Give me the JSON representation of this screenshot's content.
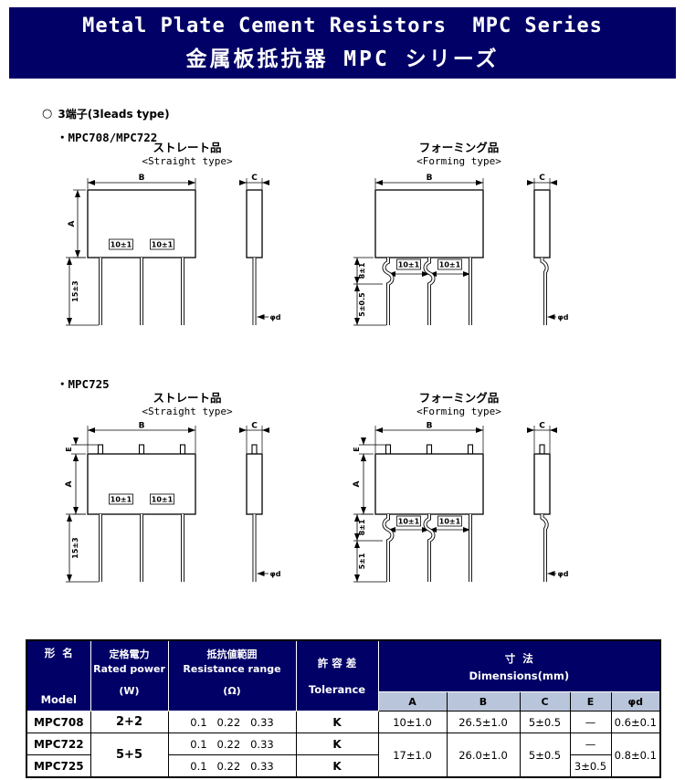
{
  "colors": {
    "banner_bg": "#000066",
    "banner_fg": "#ffffff",
    "table_header_bg": "#000066",
    "table_subheader_bg": "#b9c5da"
  },
  "banner": {
    "title_en": "Metal Plate Cement Resistors  MPC Series",
    "title_jp": "金属板抵抗器 MPC シリーズ"
  },
  "section": {
    "bullet": "○",
    "label": "3端子(3leads type)",
    "group1_label": "・MPC708/MPC722",
    "group2_label": "・MPC725"
  },
  "drawing_titles": {
    "straight_jp": "ストレート品",
    "straight_en": "<Straight type>",
    "forming_jp": "フォーミング品",
    "forming_en": "<Forming type>"
  },
  "dims": {
    "A": "A",
    "B": "B",
    "C": "C",
    "E": "E",
    "pitch": "10±1",
    "lead_length": "15±3",
    "phi_d": "φd",
    "form_upper": "8±1",
    "form_lower_708_722": "5±0.5",
    "form_lower_725": "5±1"
  },
  "table": {
    "header": {
      "model_jp": "形  名",
      "model_en": "Model",
      "power_jp": "定格電力",
      "power_en": "Rated power",
      "power_unit": "(W)",
      "range_jp": "抵抗値範囲",
      "range_en": "Resistance range",
      "range_unit": "(Ω)",
      "tolerance_jp": "許 容 差",
      "tolerance_en": "Tolerance",
      "dimensions_jp": "寸  法",
      "dimensions_en": "Dimensions(mm)",
      "col_A": "A",
      "col_B": "B",
      "col_C": "C",
      "col_E": "E",
      "col_phid": "φd"
    },
    "rows": {
      "mpc708": {
        "model": "MPC708",
        "power": "2+2",
        "range": "0.1   0.22   0.33",
        "tolerance": "K",
        "A": "10±1.0",
        "B": "26.5±1.0",
        "C": "5±0.5",
        "E": "—",
        "phid": "0.6±0.1"
      },
      "mpc722": {
        "model": "MPC722",
        "power": "5+5",
        "range": "0.1   0.22   0.33",
        "tolerance": "K",
        "A": "17±1.0",
        "B": "26.0±1.0",
        "C": "5±0.5",
        "E": "—",
        "phid": "0.8±0.1"
      },
      "mpc725": {
        "model": "MPC725",
        "range": "0.1   0.22   0.33",
        "tolerance": "K",
        "E": "3±0.5"
      }
    }
  }
}
